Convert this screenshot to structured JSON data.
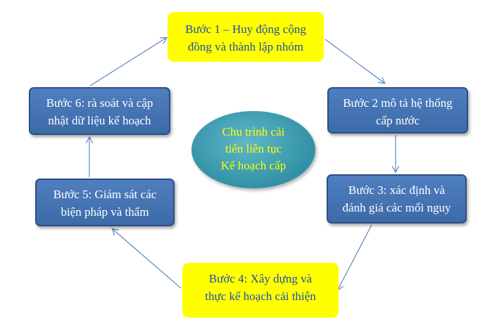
{
  "diagram": {
    "center": {
      "lines": [
        "Chu trình cải",
        "tiến liên tục",
        "Kế hoạch cấp"
      ]
    },
    "steps": [
      {
        "id": "step1",
        "style": "yellow",
        "lines": [
          "Bước 1 – Huy động cộng",
          "đồng và thành lập nhóm"
        ]
      },
      {
        "id": "step2",
        "style": "blue",
        "lines": [
          "Bước 2 mô tả hệ thống",
          "cấp nước"
        ]
      },
      {
        "id": "step3",
        "style": "blue",
        "lines": [
          "Bước 3: xác định và",
          "đánh giá các mối nguy"
        ]
      },
      {
        "id": "step4",
        "style": "yellow",
        "lines": [
          "Bước 4: Xây dựng và",
          "thực kế hoạch cải thiện"
        ]
      },
      {
        "id": "step5",
        "style": "blue",
        "lines": [
          "Bước 5: Giám sát các",
          "biện pháp và thẩm"
        ]
      },
      {
        "id": "step6",
        "style": "blue",
        "lines": [
          "Bước 6: rà soát và cập",
          "nhật dữ liệu kế hoạch"
        ]
      }
    ],
    "colors": {
      "blue_box": "#4a7ab8",
      "yellow_box": "#ffff00",
      "yellow_text": "#1f4fb0",
      "center_fill": "#3a9aae",
      "center_text": "#ffff00",
      "arrow": "#5b86c0"
    }
  }
}
